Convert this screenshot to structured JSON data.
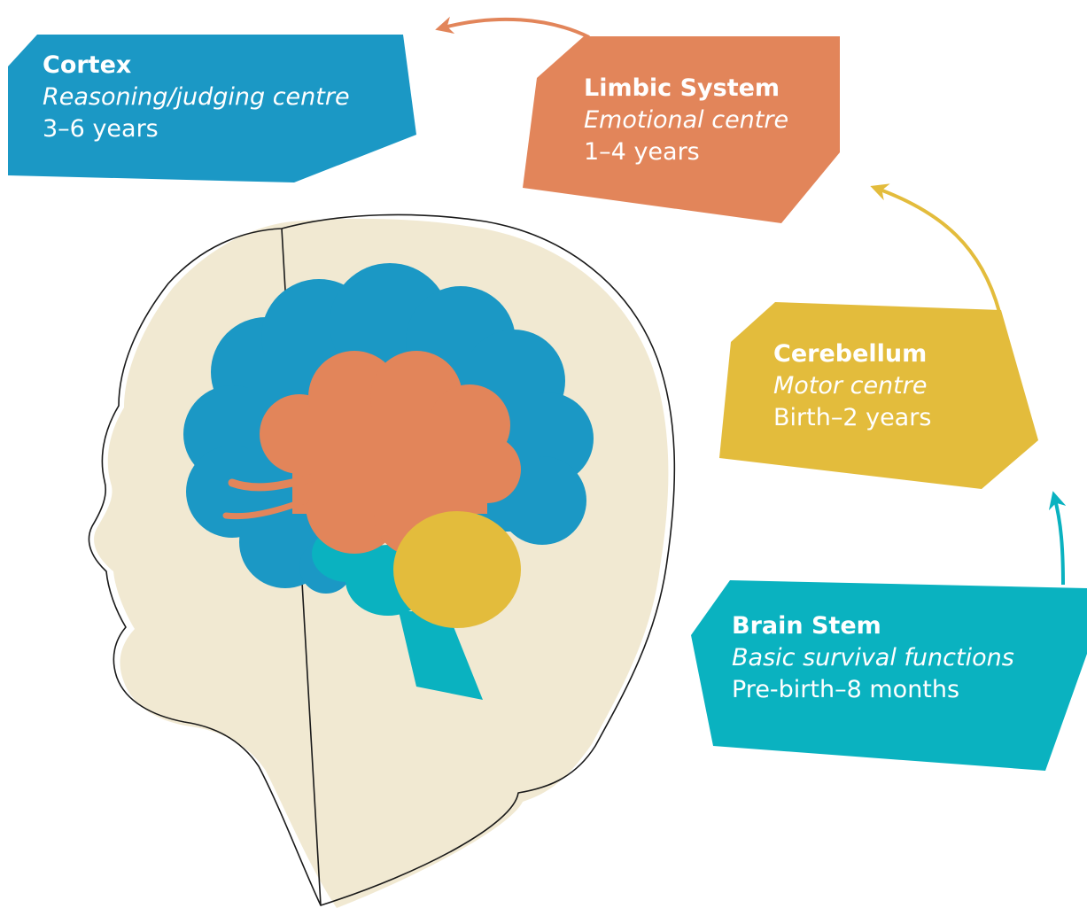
{
  "colors": {
    "cortex": "#1B98C5",
    "limbic": "#E2855A",
    "cerebellum": "#E3BC3C",
    "brain_stem": "#0AB2C0",
    "head_fill": "#F1E9D2",
    "outline": "#1a1a1a"
  },
  "regions": [
    {
      "id": "cortex",
      "title": "Cortex",
      "function": "Reasoning/judging centre",
      "age": "3–6 years"
    },
    {
      "id": "limbic",
      "title": "Limbic System",
      "function": "Emotional centre",
      "age": "1–4 years"
    },
    {
      "id": "cerebellum",
      "title": "Cerebellum",
      "function": "Motor centre",
      "age": "Birth–2 years"
    },
    {
      "id": "brain_stem",
      "title": "Brain Stem",
      "function": "Basic survival functions",
      "age": "Pre-birth–8 months"
    }
  ],
  "arrow_order": [
    "brain_stem",
    "cerebellum",
    "limbic",
    "cortex"
  ]
}
